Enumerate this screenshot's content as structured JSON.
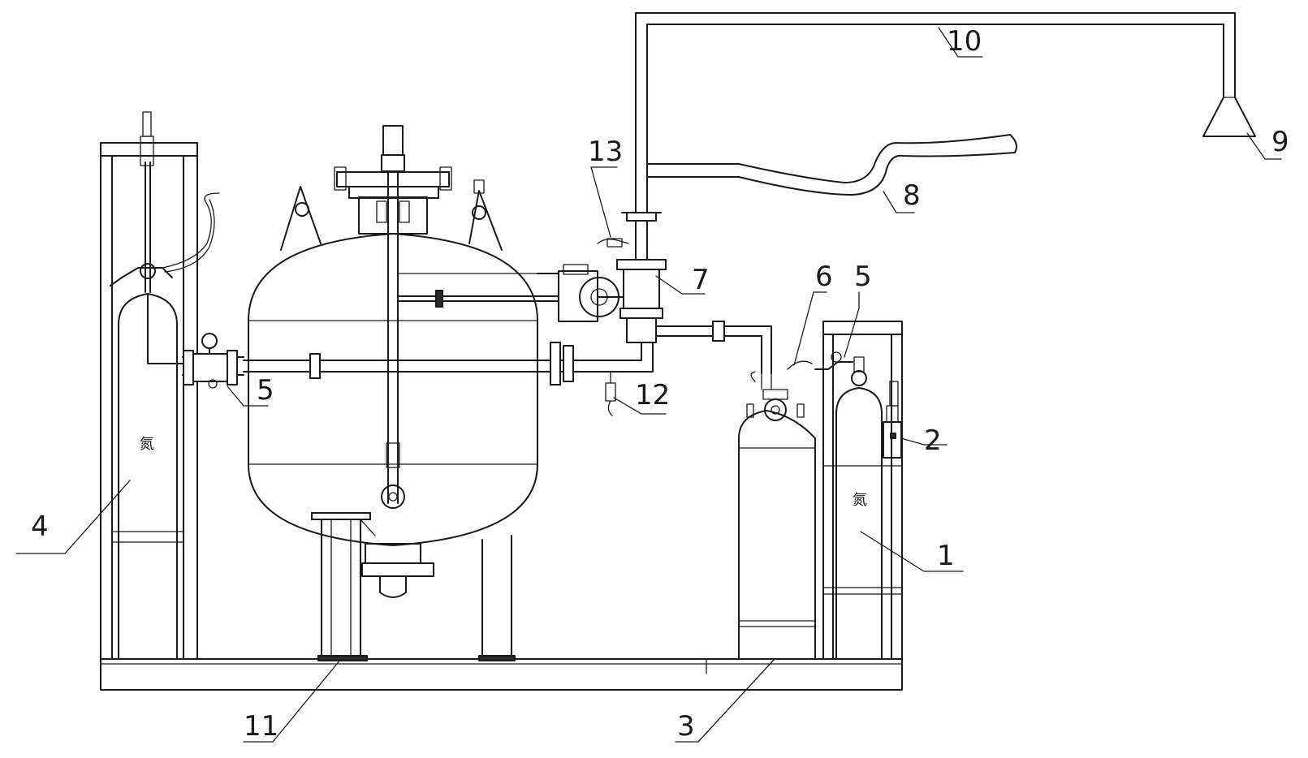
{
  "labels": {
    "l1": "1",
    "l2": "2",
    "l3": "3",
    "l4": "4",
    "l5a": "5",
    "l5b": "5",
    "l6": "6",
    "l7": "7",
    "l8": "8",
    "l9": "9",
    "l10": "10",
    "l11": "11",
    "l12": "12",
    "l13": "13"
  },
  "cylinder_marks": {
    "left": "氮",
    "right": "氮"
  }
}
